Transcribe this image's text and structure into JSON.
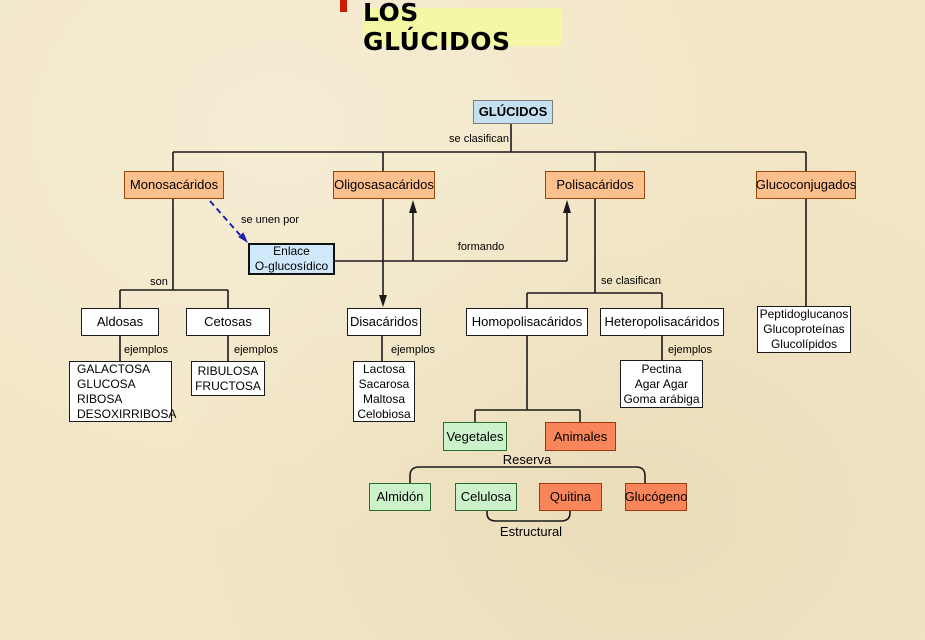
{
  "title": "LOS GLÚCIDOS",
  "root": {
    "label": "GLÚCIDOS"
  },
  "nodes": {
    "monosacaridos": {
      "label": "Monosacáridos"
    },
    "oligosasacaridos": {
      "label": "Oligosasacáridos"
    },
    "polisacaridos": {
      "label": "Polisacáridos"
    },
    "glucoconjugados": {
      "label": "Glucoconjugados"
    },
    "enlace": {
      "label": "Enlace\nO-glucosídico"
    },
    "aldosas": {
      "label": "Aldosas"
    },
    "cetosas": {
      "label": "Cetosas"
    },
    "aldosas_ejemplos": {
      "label": "GALACTOSA\nGLUCOSA\nRIBOSA\nDESOXIRRIBOSA"
    },
    "cetosas_ejemplos": {
      "label": "RIBULOSA\nFRUCTOSA"
    },
    "disacaridos": {
      "label": "Disacáridos"
    },
    "disacaridos_ejemplos": {
      "label": "Lactosa\nSacarosa\nMaltosa\nCelobiosa"
    },
    "homopolisacaridos": {
      "label": "Homopolisacáridos"
    },
    "heteropolisacaridos": {
      "label": "Heteropolisacáridos"
    },
    "hetero_ejemplos": {
      "label": "Pectina\nAgar Agar\nGoma arábiga"
    },
    "glucoconjugados_ejemplos": {
      "label": "Peptidoglucanos\nGlucoproteínas\nGlucolípidos"
    },
    "vegetales": {
      "label": "Vegetales"
    },
    "animales": {
      "label": "Animales"
    },
    "almidon": {
      "label": "Almidón"
    },
    "celulosa": {
      "label": "Celulosa"
    },
    "quitina": {
      "label": "Quitina"
    },
    "glucogeno": {
      "label": "Glucógeno"
    }
  },
  "edge_labels": {
    "se_clasifican_root": "se clasifican",
    "se_unen_por": "se unen por",
    "formando": "formando",
    "son": "son",
    "ejemplos_aldosas": "ejemplos",
    "ejemplos_cetosas": "ejemplos",
    "ejemplos_disacaridos": "ejemplos",
    "se_clasifican_poli": "se clasifican",
    "ejemplos_hetero": "ejemplos",
    "reserva": "Reserva",
    "estructural": "Estructural"
  },
  "colors": {
    "background": "#f2e6c6",
    "title_bg": "#f4f8a4",
    "root_bg": "#c5e0f0",
    "orange_bg": "#fbc08d",
    "orange_border": "#974806",
    "blue_bg": "#cfe9fb",
    "green_bg": "#ccf2cb",
    "green_border": "#2c6b2c",
    "coral_bg": "#f8865a",
    "coral_border": "#9e3a12",
    "line": "#1a1a1a",
    "dashed_arrow": "#1f1faf",
    "red_marker": "#cc1d00"
  }
}
